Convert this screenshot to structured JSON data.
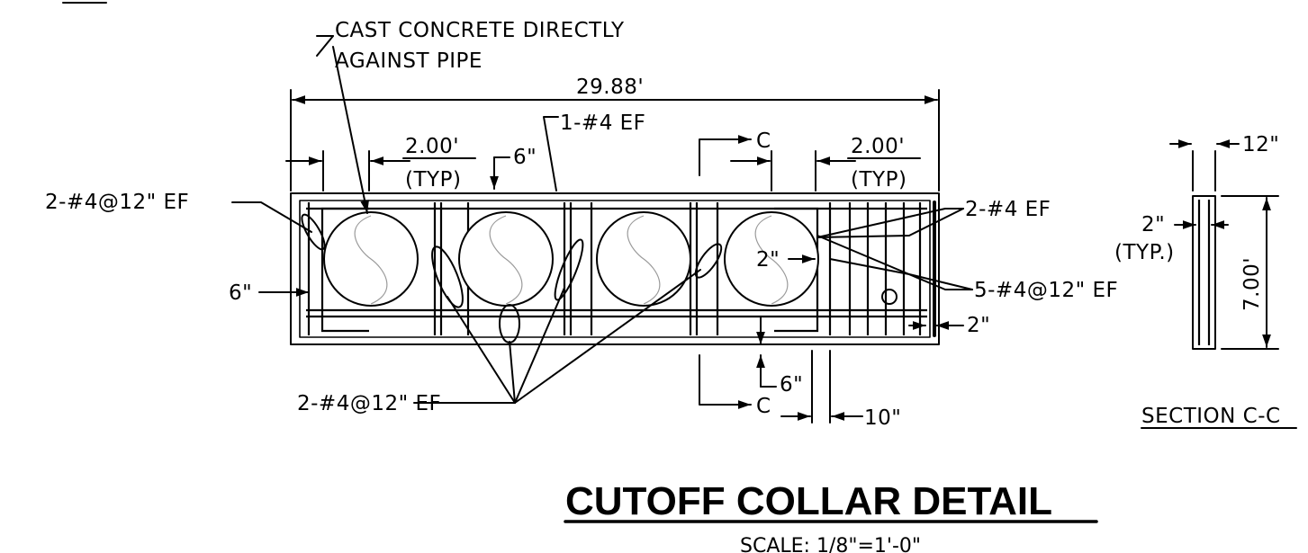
{
  "drawing": {
    "title": "CUTOFF COLLAR DETAIL",
    "scale": "SCALE: 1/8\"=1'-0\"",
    "notes": {
      "cast_line1": "CAST CONCRETE DIRECTLY",
      "cast_line2": "AGAINST PIPE",
      "overall_length": "29.88'",
      "spacing_left": "2.00'",
      "typ_left": "(TYP)",
      "spacing_right": "2.00'",
      "typ_right": "(TYP)",
      "top_bar": "1-#4 EF",
      "left_bars": "2-#4@12\" EF",
      "bottom_bars": "2-#4@12\" EF",
      "right_bars": "2-#4 EF",
      "right_stirrups": "5-#4@12\" EF",
      "cover_top": "6\"",
      "cover_left": "6\"",
      "cover_bottom": "6\"",
      "cover_right": "2\"",
      "clear_pipe": "2\"",
      "depth_bottom_right": "10\"",
      "section_mark_top": "C",
      "section_mark_bottom": "C"
    },
    "section": {
      "title": "SECTION C-C",
      "width": "12\"",
      "height": "7.00'",
      "cover": "2\"",
      "cover_typ": "(TYP.)"
    }
  }
}
